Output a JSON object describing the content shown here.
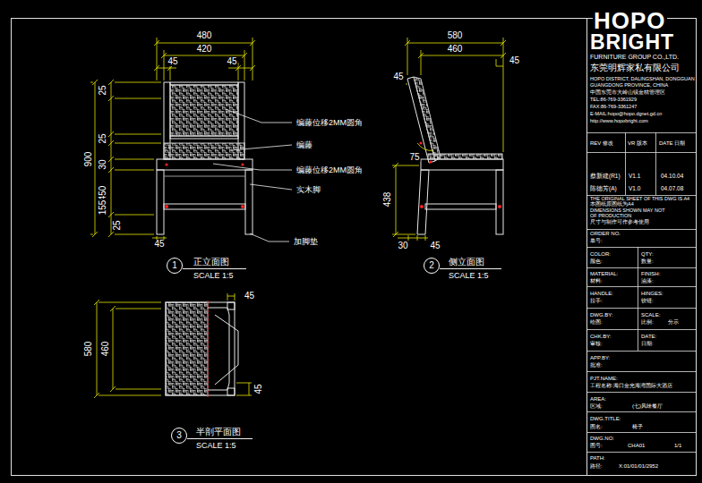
{
  "diagram": {
    "nodes": [
      {
        "text": [
          "1"
        ]
      },
      {
        "text": [
          "2"
        ]
      },
      {
        "text": [
          "3"
        ]
      }
    ],
    "labels": [
      "480",
      "420",
      "45",
      "45",
      "25",
      "900",
      "25",
      "30",
      "450",
      "155",
      "25",
      "45",
      "编藤位移2MM圆角",
      "编藤",
      "编藤位移2MM圆角",
      "实木脚",
      "加脚垫",
      "正立面图",
      "SCALE 1:5",
      "580",
      "460",
      "45",
      "45",
      "75",
      "438",
      "30",
      "45",
      "侧立面图",
      "SCALE 1:5",
      "45",
      "580",
      "460",
      "45",
      "半剖平面图",
      "SCALE 1:5",
      "HOPO",
      "BRIGHT",
      "FURNITURE GROUP CO.,LTD.",
      "东莞明辉家私有限公司",
      "HOPO DISTRICT, DALINGSHAN, DONGGUAN",
      "GUANGDONG PROVINCE, CHINA",
      "中国东莞市大岭山镇金桔管理区",
      "TEL:86-769-3361929",
      "FAX:86-769-3361247",
      "E-MAIL:hopo@hopo.dgnet.gd.cn",
      "http://www.hopobright.com",
      "REV 修改",
      "VR 版本",
      "DATE 日期",
      "蔡新建(R1)",
      "V1.1",
      "04.10.04",
      "陈德芳(A)",
      "V1.0",
      "04.07.08",
      "THE ORIGINAL SHEET OF THIS DWG IS A4",
      "本图纸原图纸为A4",
      "DIMENSIONS SHOWN MAY NOT",
      "OF PRODUCTION",
      "尺寸与制作可作参考使用",
      "ORDER NO.",
      "单号:",
      "COLOR:",
      "QTY:",
      "颜色:",
      "数量:",
      "MATERIAL:",
      "FINISH:",
      "材料:",
      "油漆:",
      "HANDLE:",
      "HINGES:",
      "拉手:",
      "铰链:",
      "DWG.BY:",
      "SCALE:",
      "绘图:",
      "比例:",
      "分示",
      "CHK.BY:",
      "DATE:",
      "审核:",
      "日期:",
      "APP.BY:",
      "批准:",
      "PJT.NAME:",
      "工程名称:海口金光海湾国际大酒店",
      "AREA:",
      "区域:",
      "(七)风味餐厅",
      "DWG.TITLE:",
      "图名:",
      "椅子",
      "DWG.NO:",
      "图号:",
      "CHA01",
      "1/1",
      "PATH:",
      "路径:",
      "X:01/01/01/2952"
    ]
  }
}
